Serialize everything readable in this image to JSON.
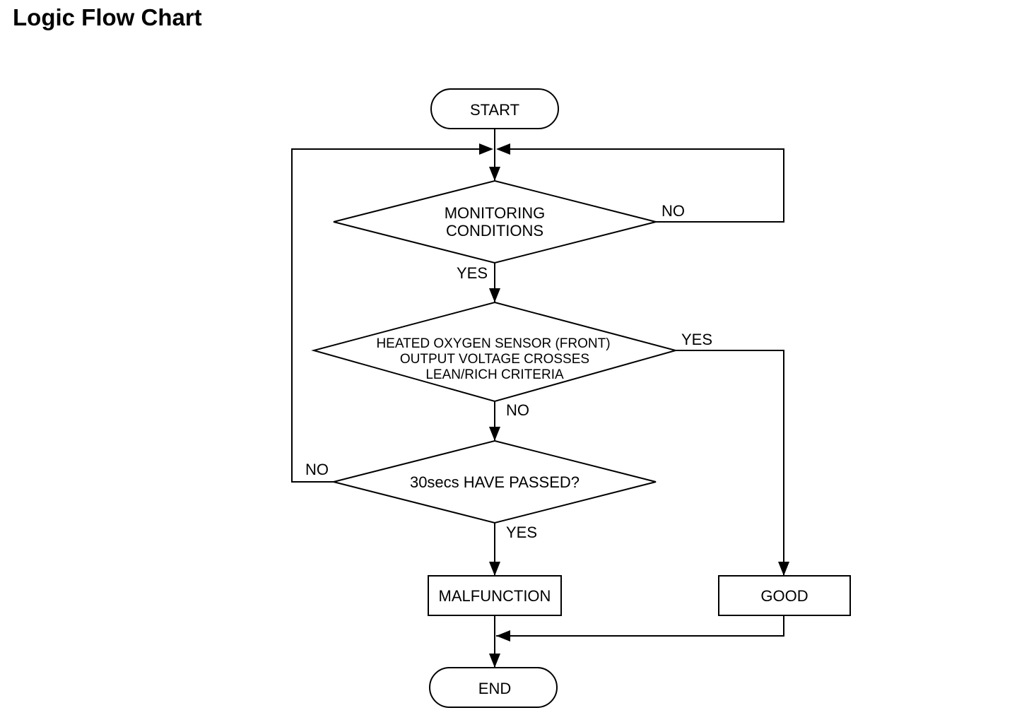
{
  "title": "Logic Flow Chart",
  "nodes": {
    "start": "START",
    "monitoring_line1": "MONITORING",
    "monitoring_line2": "CONDITIONS",
    "sensor_line1": "HEATED OXYGEN SENSOR (FRONT)",
    "sensor_line2": "OUTPUT VOLTAGE CROSSES",
    "sensor_line3": "LEAN/RICH CRITERIA",
    "timer": "30secs HAVE PASSED?",
    "malfunction": "MALFUNCTION",
    "good": "GOOD",
    "end": "END"
  },
  "edges": {
    "monitoring_no": "NO",
    "monitoring_yes": "YES",
    "sensor_yes": "YES",
    "sensor_no": "NO",
    "timer_no": "NO",
    "timer_yes": "YES"
  }
}
